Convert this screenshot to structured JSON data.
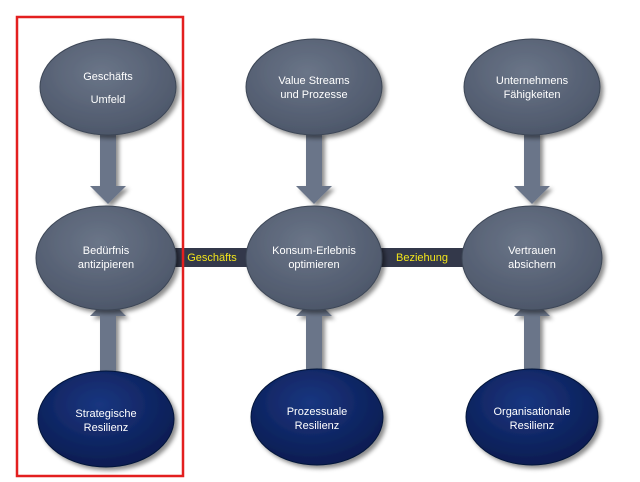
{
  "colors": {
    "top_node": "#596477",
    "middle_node": "#5d6879",
    "bottom_node": "#0c2466",
    "arrow": "#6b7589",
    "connector_bar": "#33384a",
    "connector_label": "#f2e51b",
    "highlight_frame": "#e31f1f"
  },
  "nodes": {
    "geschaefts_umfeld": {
      "line1": "Geschäfts",
      "line2": "Umfeld"
    },
    "value_streams": {
      "line1": "Value Streams",
      "line2": "und Prozesse"
    },
    "unternehmens_faehigkeiten": {
      "line1": "Unternehmens",
      "line2": "Fähigkeiten"
    },
    "beduerfnis": {
      "line1": "Bedürfnis",
      "line2": "antizipieren"
    },
    "konsum": {
      "line1": "Konsum-Erlebnis",
      "line2": "optimieren"
    },
    "vertrauen": {
      "line1": "Vertrauen",
      "line2": "absichern"
    },
    "strategische": {
      "line1": "Strategische",
      "line2": "Resilienz"
    },
    "prozessuale": {
      "line1": "Prozessuale",
      "line2": "Resilienz"
    },
    "organisationale": {
      "line1": "Organisationale",
      "line2": "Resilienz"
    }
  },
  "connectors": {
    "left": {
      "label": "Geschäfts"
    },
    "right": {
      "label": "Beziehung"
    }
  }
}
